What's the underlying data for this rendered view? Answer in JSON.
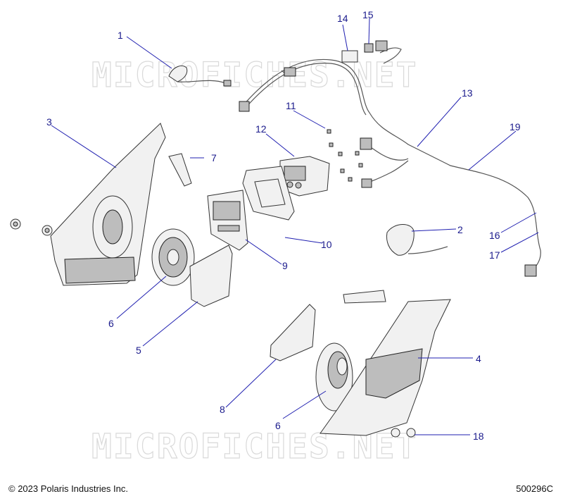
{
  "watermark": "MICROFICHES.NET",
  "footer": {
    "copyright": "© 2023 Polaris Industries Inc.",
    "drawing_number": "500296C"
  },
  "callouts": {
    "c1": "1",
    "c2": "2",
    "c3": "3",
    "c4": "4",
    "c5": "5",
    "c6a": "6",
    "c6b": "6",
    "c7": "7",
    "c8": "8",
    "c9": "9",
    "c10": "10",
    "c11": "11",
    "c12": "12",
    "c13": "13",
    "c14": "14",
    "c15": "15",
    "c16": "16",
    "c17": "17",
    "c18": "18",
    "c19": "19"
  }
}
